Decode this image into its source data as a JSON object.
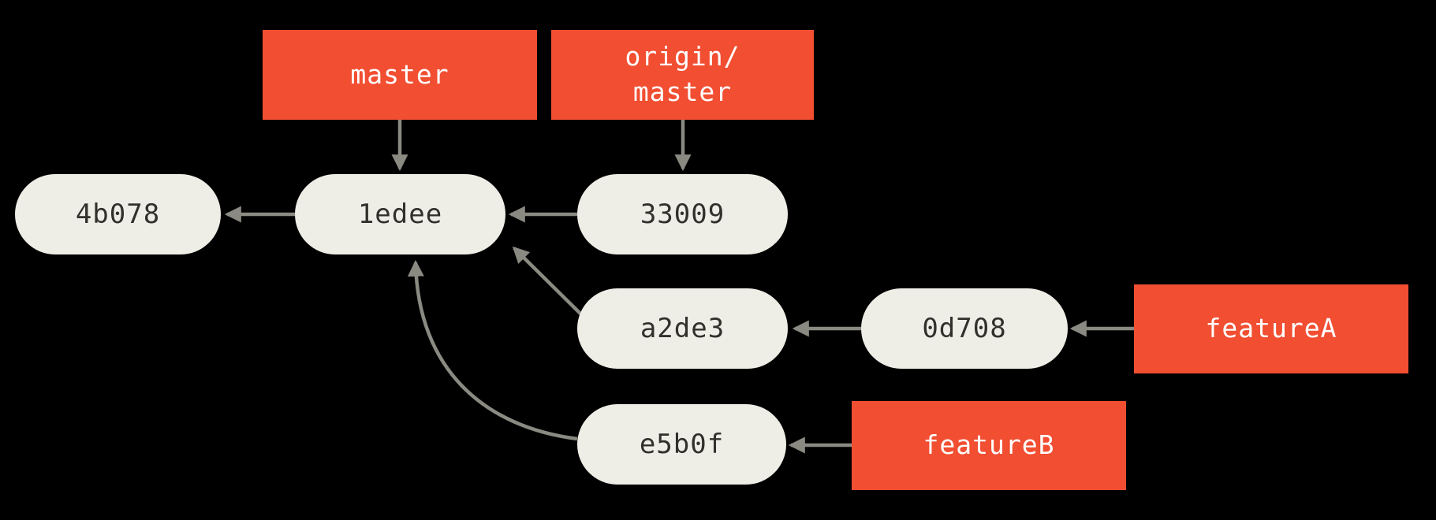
{
  "diagram_title": "git-commit-history-graph",
  "colors": {
    "background": "#000000",
    "branch_box": "#f14e32",
    "branch_text": "#ffffff",
    "commit_pill": "#efeee6",
    "commit_text": "#32302a",
    "arrow": "#8a8a82"
  },
  "nodes": {
    "commits": [
      {
        "id": "4b078"
      },
      {
        "id": "1edee"
      },
      {
        "id": "33009"
      },
      {
        "id": "a2de3"
      },
      {
        "id": "0d708"
      },
      {
        "id": "e5b0f"
      }
    ],
    "branches": [
      {
        "label": "master",
        "points_to": "1edee"
      },
      {
        "label": "origin/\nmaster",
        "points_to": "33009"
      },
      {
        "label": "featureA",
        "points_to": "0d708"
      },
      {
        "label": "featureB",
        "points_to": "e5b0f"
      }
    ]
  },
  "arrows": [
    {
      "from": "master",
      "to": "1edee"
    },
    {
      "from": "origin/master",
      "to": "33009"
    },
    {
      "from": "1edee",
      "to": "4b078"
    },
    {
      "from": "33009",
      "to": "1edee"
    },
    {
      "from": "a2de3",
      "to": "1edee"
    },
    {
      "from": "0d708",
      "to": "a2de3"
    },
    {
      "from": "featureA",
      "to": "0d708"
    },
    {
      "from": "e5b0f",
      "to": "1edee"
    },
    {
      "from": "featureB",
      "to": "e5b0f"
    }
  ]
}
